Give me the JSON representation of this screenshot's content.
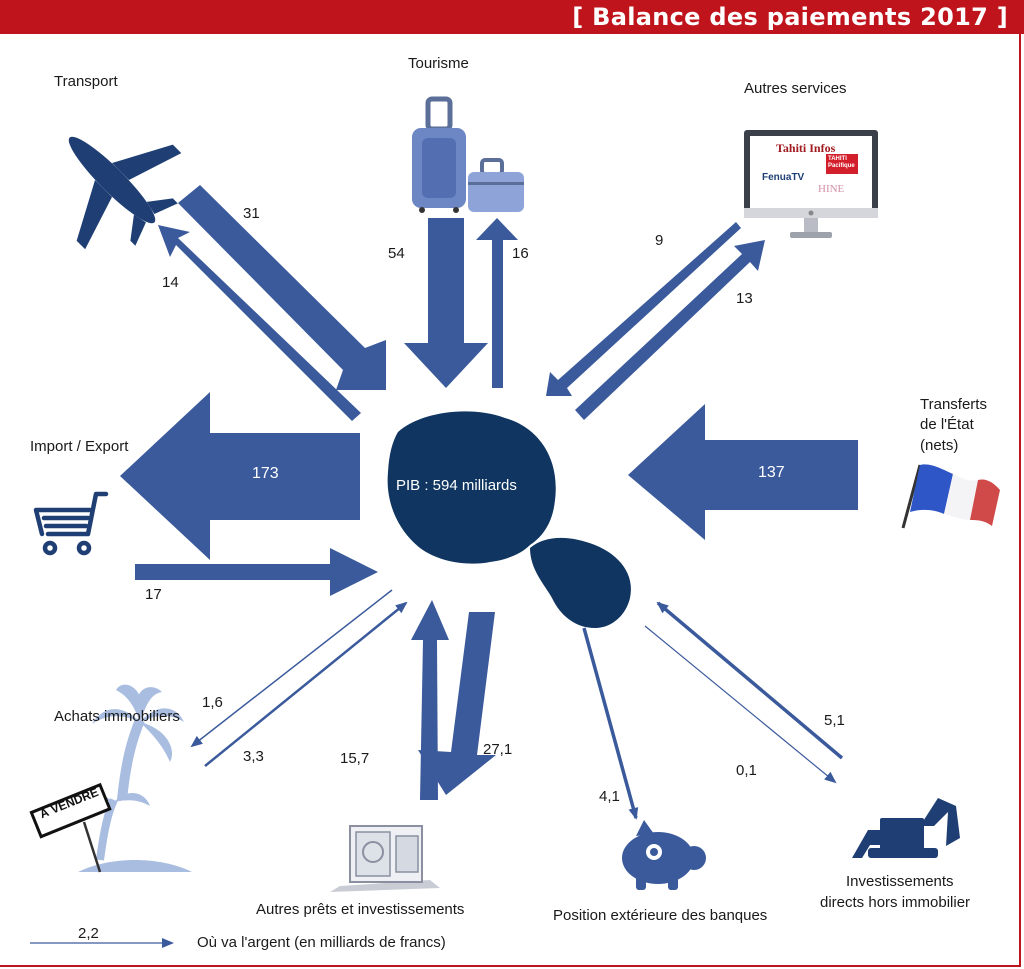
{
  "header": {
    "title": "[ Balance des paiements 2017  ]"
  },
  "center": {
    "label": "PIB : 594 milliards"
  },
  "categories": {
    "transport": "Transport",
    "tourisme": "Tourisme",
    "autres_services": "Autres services",
    "transferts_line1": "Transferts",
    "transferts_line2": "de l'État",
    "transferts_line3": "(nets)",
    "import_export": "Import / Export",
    "achats_immobiliers": "Achats immobiliers",
    "autres_prets": "Autres prêts et investissements",
    "position_banques": "Position extérieure des banques",
    "investissements_line1": "Investissements",
    "investissements_line2": "directs hors immobilier"
  },
  "flows": {
    "transport_out": "31",
    "transport_in": "14",
    "tourisme_out": "54",
    "tourisme_in": "16",
    "services_out": "9",
    "services_in": "13",
    "import_out": "173",
    "import_in": "17",
    "transferts_in": "137",
    "immobilier_out": "1,6",
    "immobilier_in": "3,3",
    "prets_in": "15,7",
    "prets_out": "27,1",
    "banques_out": "4,1",
    "invest_out": "0,1",
    "invest_in": "5,1"
  },
  "screen_logos": {
    "tahiti_infos": "Tahiti Infos",
    "tahiti_pacifique": "TAHITI Pacifique",
    "fenua_tv": "FenuaTV",
    "hine": "HINE"
  },
  "sign_text": "À VENDRE",
  "legend": {
    "value": "2,2",
    "text": "Où va l'argent (en milliards de francs)"
  },
  "colors": {
    "arrow": "#3b5a9c",
    "island": "#0f3560",
    "header": "#c0141c",
    "light_icon": "#a9bde0"
  }
}
